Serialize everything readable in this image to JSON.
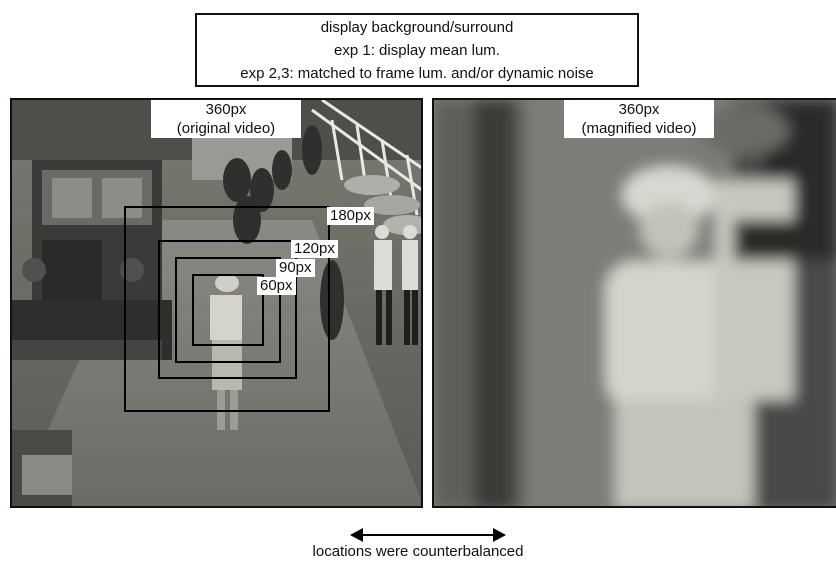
{
  "header_box": {
    "line1": "display background/surround",
    "line2": "exp 1: display mean lum.",
    "line3": "exp 2,3: matched to frame lum. and/or dynamic noise"
  },
  "left_panel": {
    "label_line1": "360px",
    "label_line2": "(original video)",
    "squares": [
      {
        "label": "180px"
      },
      {
        "label": "120px"
      },
      {
        "label": "90px"
      },
      {
        "label": "60px"
      }
    ]
  },
  "right_panel": {
    "label_line1": "360px",
    "label_line2": "(magnified video)"
  },
  "footer": {
    "caption": "locations were counterbalanced"
  }
}
